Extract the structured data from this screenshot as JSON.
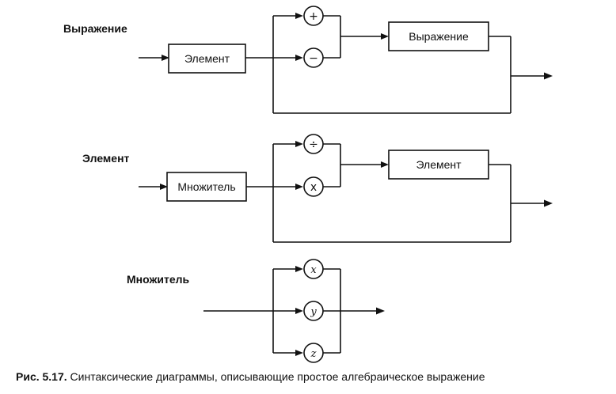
{
  "diagrams": {
    "expression": {
      "title": "Выражение",
      "entry_box": "Элемент",
      "op_top": "+",
      "op_bottom": "−",
      "loop_box": "Выражение"
    },
    "element": {
      "title": "Элемент",
      "entry_box": "Множитель",
      "op_top": "÷",
      "op_bottom": "x",
      "loop_box": "Элемент"
    },
    "factor": {
      "title": "Множитель",
      "var_top": "x",
      "var_middle": "y",
      "var_bottom": "z"
    }
  },
  "caption": {
    "label": "Рис. 5.17.",
    "text": "Синтаксические диаграммы, описывающие простое алгебраическое выражение"
  }
}
